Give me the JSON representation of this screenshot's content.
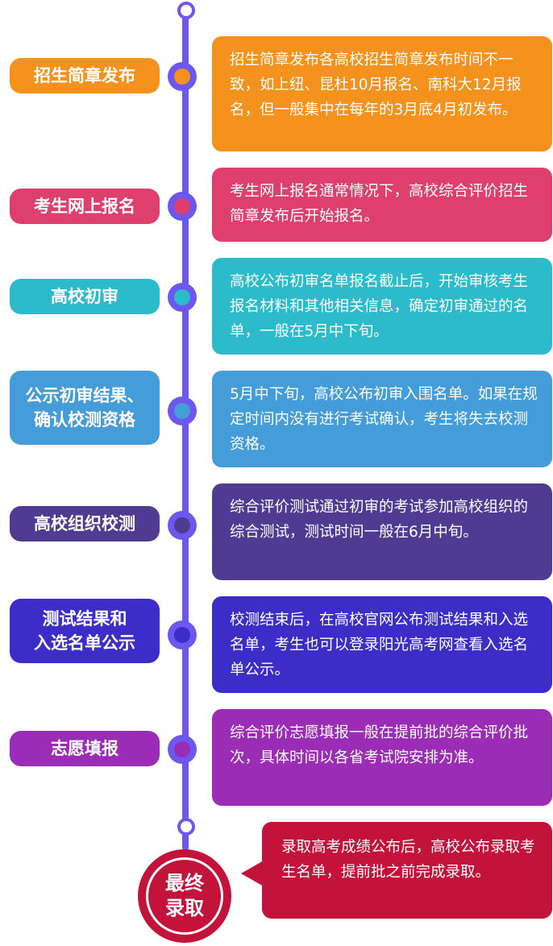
{
  "colors": {
    "timeline": "#6c57ef",
    "final": "#c4133a"
  },
  "stages": [
    {
      "label": "招生简章发布",
      "text": "招生简章发布各高校招生简章发布时间不一致，如上纽、昆杜10月报名、南科大12月报名，但一般集中在每年的3月底4月初发布。",
      "color": "#f4921d"
    },
    {
      "label": "考生网上报名",
      "text": "考生网上报名通常情况下，高校综合评价招生简章发布后开始报名。",
      "color": "#de3f6c"
    },
    {
      "label": "高校初审",
      "text": "高校公布初审名单报名截止后，开始审核考生报名材料和其他相关信息，确定初审通过的名单，一般在5月中下旬。",
      "color": "#2bbbcb"
    },
    {
      "label": "公示初审结果、\n确认校测资格",
      "text": "5月中下旬，高校公布初审入围名单。如果在规定时间内没有进行考试确认，考生将失去校测资格。",
      "color": "#449cd8"
    },
    {
      "label": "高校组织校测",
      "text": "综合评价测试通过初审的考试参加高校组织的综合测试，测试时间一般在6月中旬。",
      "color": "#4f3c92"
    },
    {
      "label": "测试结果和\n入选名单公示",
      "text": "校测结束后，在高校官网公布测试结果和入选名单，考生也可以登录阳光高考网查看入选名单公示。",
      "color": "#3d2dc8"
    },
    {
      "label": "志愿填报",
      "text": "综合评价志愿填报一般在提前批的综合评价批次，具体时间以各省考试院安排为准。",
      "color": "#9b2cb5"
    }
  ],
  "final": {
    "label": "最终\n录取",
    "text": "录取高考成绩公布后，高校公布录取考生名单，提前批之前完成录取。"
  }
}
